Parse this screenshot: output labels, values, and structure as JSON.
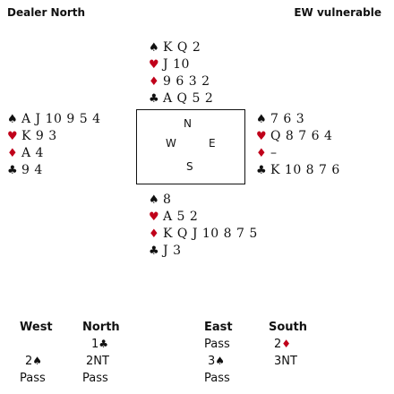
{
  "header": {
    "dealer": "Dealer North",
    "vulnerability": "EW vulnerable"
  },
  "colors": {
    "red_suit": "#c0001a",
    "black_suit": "#111111"
  },
  "north": {
    "spades": "K Q 2",
    "hearts": "J 10",
    "diamonds": "9 6 3 2",
    "clubs": "A Q 5 2"
  },
  "west": {
    "spades": "A J 10 9 5 4",
    "hearts": "K 9 3",
    "diamonds": "A 4",
    "clubs": "9 4"
  },
  "east": {
    "spades": "7 6 3",
    "hearts": "Q 8 7 6 4",
    "diamonds": "–",
    "clubs": "K 10 8 7 6"
  },
  "south": {
    "spades": "8",
    "hearts": "A 5 2",
    "diamonds": "K Q J 10 8 7 5",
    "clubs": "J 3"
  },
  "compass": {
    "n": "N",
    "w": "W",
    "e": "E",
    "s": "S"
  },
  "suit_symbols": {
    "spade": "♠",
    "heart": "♥",
    "diamond": "♦",
    "club": "♣"
  },
  "auction": {
    "headers": [
      "West",
      "North",
      "East",
      "South"
    ],
    "calls": {
      "r1_north": "1",
      "r1_east": "Pass",
      "r1_south": "2",
      "r2_west": "2",
      "r2_north": "2NT",
      "r2_east": "3",
      "r2_south": "3NT",
      "r3_west": "Pass",
      "r3_north": "Pass",
      "r3_east": "Pass"
    }
  }
}
